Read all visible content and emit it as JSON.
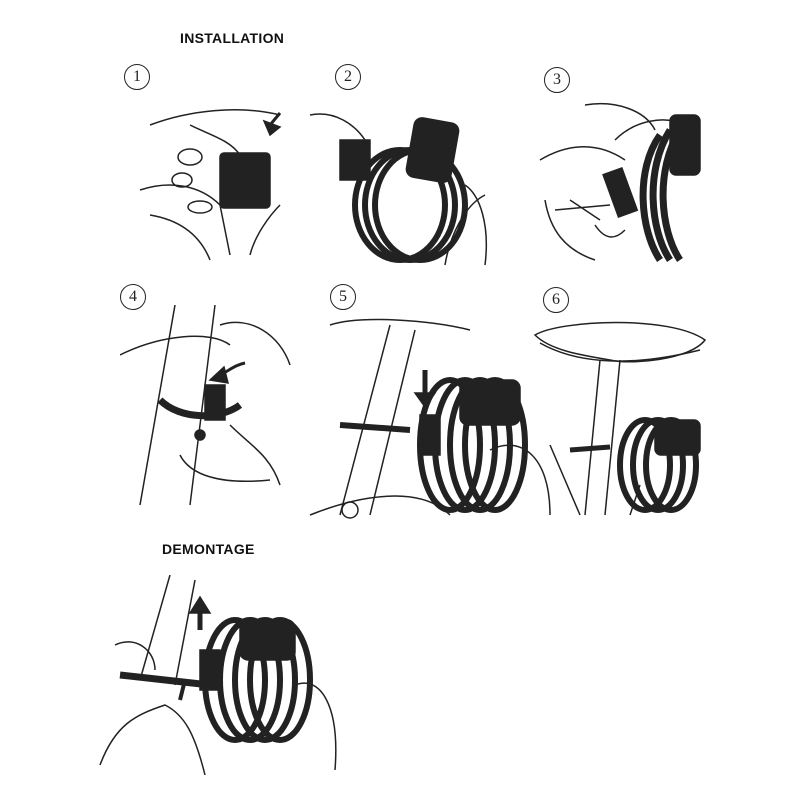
{
  "headings": {
    "installation": "INSTALLATION",
    "removal": "DEMONTAGE"
  },
  "steps": [
    {
      "number": "1"
    },
    {
      "number": "2"
    },
    {
      "number": "3"
    },
    {
      "number": "4"
    },
    {
      "number": "5"
    },
    {
      "number": "6"
    }
  ]
}
